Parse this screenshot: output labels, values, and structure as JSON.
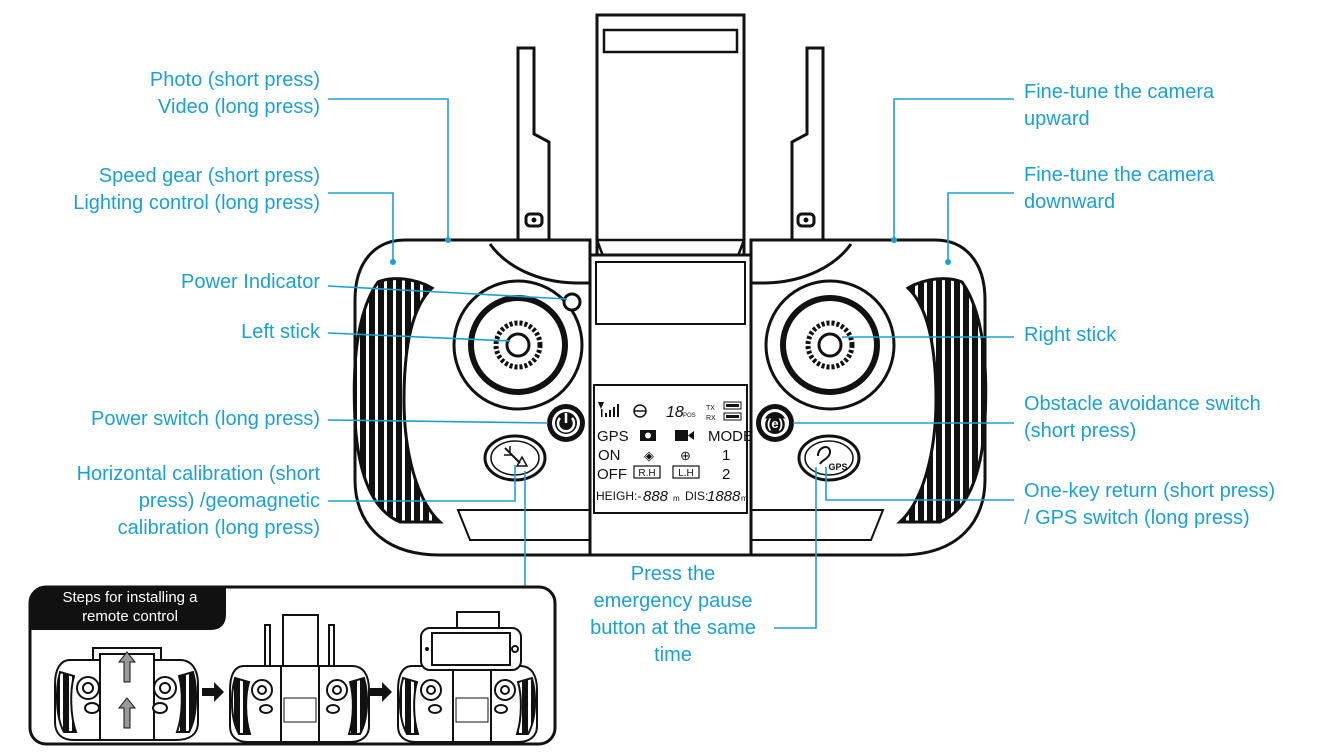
{
  "colors": {
    "label": "#1aa0d8",
    "line": "#1aa0d8",
    "outline": "#111111"
  },
  "labels": {
    "photo_video": "Photo (short press)\nVideo (long press)",
    "speed_lighting": "Speed gear (short press)\nLighting control (long press)",
    "power_indicator": "Power Indicator",
    "left_stick": "Left stick",
    "power_switch": "Power switch (long press)",
    "horizontal_calibration": "Horizontal calibration (short\npress) /geomagnetic\ncalibration (long press)",
    "camera_up": "Fine-tune the camera\nupward",
    "camera_down": "Fine-tune the camera\ndownward",
    "right_stick": "Right stick",
    "obstacle_switch": "Obstacle avoidance switch\n(short press)",
    "one_key_return": "One-key return (short press)\n/ GPS switch (long press)",
    "emergency_pause": "Press the\nemergency pause\nbutton at the same\ntime"
  },
  "steps_box": {
    "title": "Steps for installing a\nremote control"
  },
  "lcd": {
    "tx": "TX",
    "rx": "RX",
    "sats": "18",
    "pos": "POS",
    "gps": "GPS",
    "on": "ON",
    "off": "OFF",
    "rh": "R.H",
    "lh": "L.H",
    "mode": "MODE",
    "mode1": "1",
    "mode2": "2",
    "height_label": "HEIGH:-",
    "height_value": "888",
    "height_unit": "m",
    "dis_label": "DIS:",
    "dis_value": "1888",
    "dis_unit": "m"
  },
  "icons": [
    "phone-holder-icon",
    "antenna-icon",
    "joystick-icon",
    "power-icon",
    "calibration-icon",
    "obstacle-avoidance-icon",
    "return-home-gps-icon",
    "signal-icon",
    "battery-icon",
    "camera-icon",
    "video-icon",
    "arrow-right-icon",
    "arrow-up-icon",
    "smartphone-icon"
  ]
}
